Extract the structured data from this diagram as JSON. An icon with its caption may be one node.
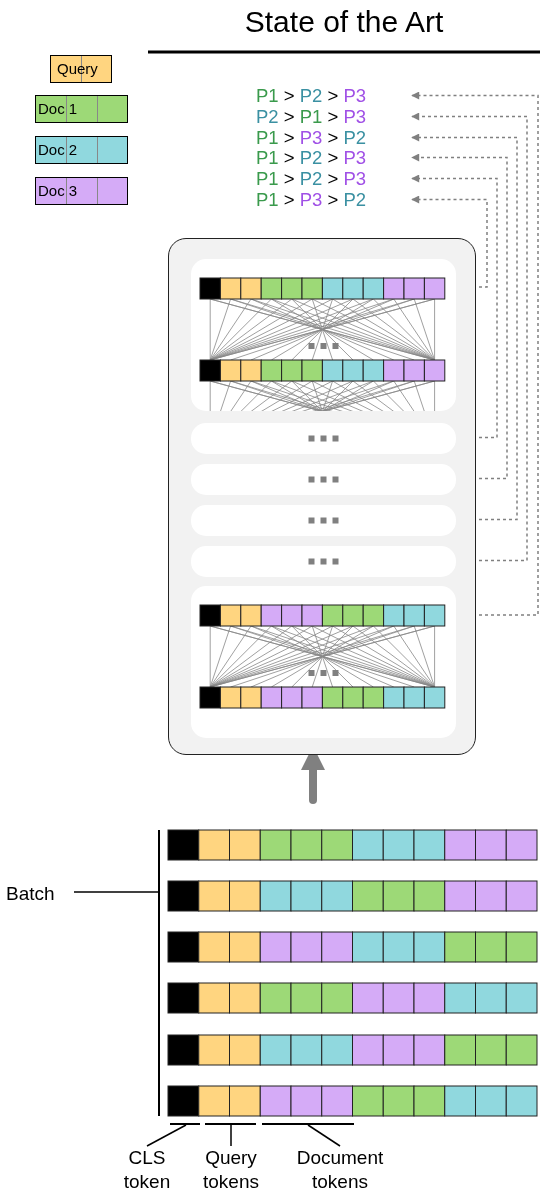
{
  "diagram": {
    "title": "State of the Art",
    "nodes": [
      {
        "text": [
          "P1 > P2 > P3"
        ]
      },
      {
        "text": [
          "P2 > P1 > P3"
        ]
      },
      {
        "text": [
          "P1 > P3 > P2"
        ]
      },
      {
        "text": [
          "P1 > P2 > P3"
        ]
      },
      {
        "text": [
          "P1 > P2 > P3"
        ]
      },
      {
        "text": [
          "P1 > P3 > P2"
        ]
      },
      {
        "text": [],
        "shape": "box"
      },
      {
        "text": [],
        "shape": "box",
        "in": 6
      },
      {
        "text": [],
        "shape": "box",
        "in": 6
      },
      {
        "text": [],
        "shape": "box",
        "in": 6
      },
      {
        "text": [],
        "shape": "box",
        "in": 6
      },
      {
        "text": [],
        "shape": "box",
        "in": 6
      },
      {
        "text": [],
        "shape": "box",
        "in": 6
      },
      {
        "text": [
          "Batch"
        ]
      },
      {
        "text": [
          "CLS token"
        ]
      },
      {
        "text": [
          "Query tokens"
        ]
      },
      {
        "text": [
          "Document tokens"
        ]
      },
      {
        "text": [],
        "shape": "bracket"
      },
      {
        "text": [],
        "shape": "bracket"
      },
      {
        "text": [],
        "shape": "bracket"
      },
      {
        "text": [],
        "shape": "bracket"
      }
    ],
    "edges": [
      {
        "from": 7,
        "to": 5,
        "arrow": "to",
        "style": "dashed"
      },
      {
        "from": 8,
        "to": 4,
        "arrow": "to",
        "style": "dashed"
      },
      {
        "from": 9,
        "to": 3,
        "arrow": "to",
        "style": "dashed"
      },
      {
        "from": 10,
        "to": 2,
        "arrow": "to",
        "style": "dashed"
      },
      {
        "from": 11,
        "to": 1,
        "arrow": "to",
        "style": "dashed"
      },
      {
        "from": 12,
        "to": 0,
        "arrow": "to",
        "style": "dashed"
      },
      {
        "from": null,
        "to": 6,
        "arrow": "to",
        "style": "thick"
      },
      {
        "from": 13,
        "to": 17,
        "arrow": "none",
        "color": "#000000"
      },
      {
        "from": 14,
        "to": 18,
        "arrow": "none",
        "color": "#000000"
      },
      {
        "from": 15,
        "to": 19,
        "arrow": "none",
        "color": "#000000"
      },
      {
        "from": 16,
        "to": 20,
        "arrow": "none",
        "color": "#000000"
      }
    ],
    "legend": [
      {
        "text": "Query",
        "color": "#ffd580"
      },
      {
        "text": "Doc 1",
        "color": "#9dd977"
      },
      {
        "text": "Doc 2",
        "color": "#90d8de"
      },
      {
        "text": "Doc 3",
        "color": "#d5abf7"
      }
    ]
  }
}
